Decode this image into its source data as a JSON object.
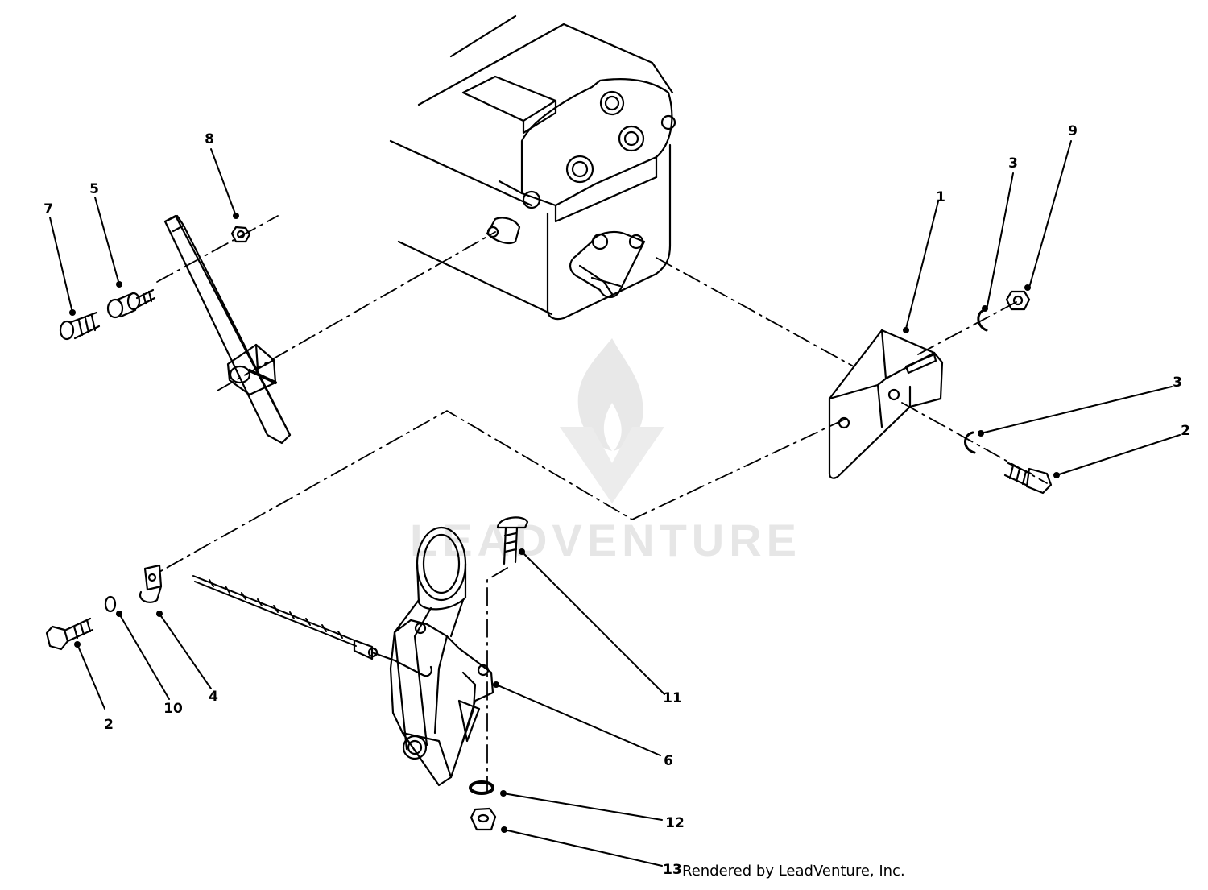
{
  "diagram": {
    "type": "exploded-parts-diagram",
    "callouts": [
      {
        "id": "callout-1",
        "label": "1"
      },
      {
        "id": "callout-2a",
        "label": "2"
      },
      {
        "id": "callout-2b",
        "label": "2"
      },
      {
        "id": "callout-3a",
        "label": "3"
      },
      {
        "id": "callout-3b",
        "label": "3"
      },
      {
        "id": "callout-4",
        "label": "4"
      },
      {
        "id": "callout-5",
        "label": "5"
      },
      {
        "id": "callout-6",
        "label": "6"
      },
      {
        "id": "callout-7",
        "label": "7"
      },
      {
        "id": "callout-8",
        "label": "8"
      },
      {
        "id": "callout-9",
        "label": "9"
      },
      {
        "id": "callout-10",
        "label": "10"
      },
      {
        "id": "callout-11",
        "label": "11"
      },
      {
        "id": "callout-12",
        "label": "12"
      },
      {
        "id": "callout-13",
        "label": "13"
      }
    ],
    "line_color": "#000000",
    "background": "#ffffff"
  },
  "watermark": {
    "text": "LEADVENTURE",
    "color": "#e6e6e6"
  },
  "credit": {
    "text": "Rendered by LeadVenture, Inc."
  }
}
